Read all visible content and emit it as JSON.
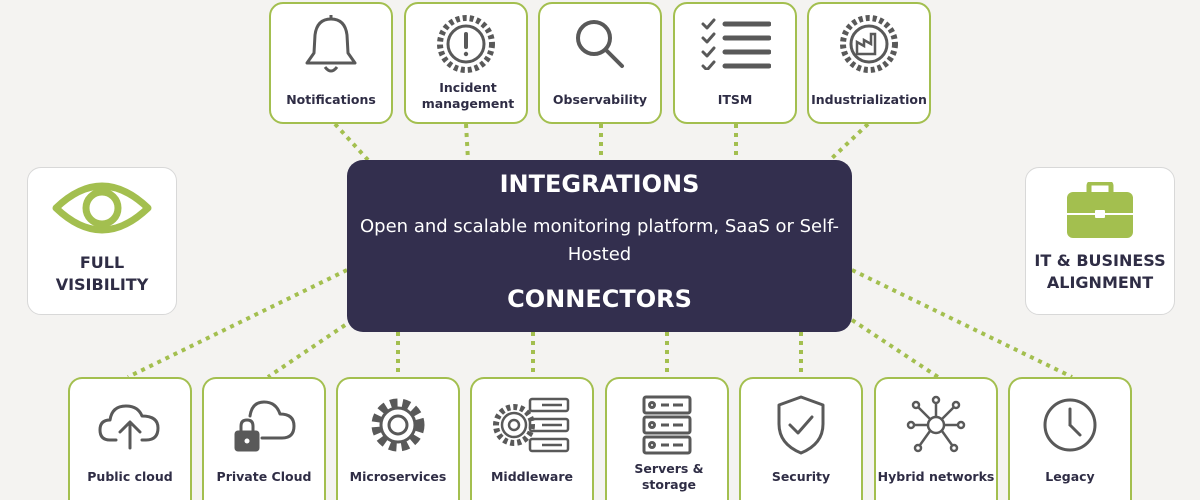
{
  "center": {
    "title_top": "INTEGRATIONS",
    "subtitle": "Open and scalable monitoring platform, SaaS or Self-Hosted",
    "title_bottom": "CONNECTORS"
  },
  "left_panel": {
    "label": "FULL VISIBILITY",
    "icon": "eye-icon"
  },
  "right_panel": {
    "label": "IT & BUSINESS ALIGNMENT",
    "icon": "briefcase-icon"
  },
  "integrations": [
    {
      "label": "Notifications",
      "icon": "bell-icon"
    },
    {
      "label": "Incident management",
      "icon": "alert-gear-icon"
    },
    {
      "label": "Observability",
      "icon": "magnifier-icon"
    },
    {
      "label": "ITSM",
      "icon": "checklist-icon"
    },
    {
      "label": "Industrialization",
      "icon": "factory-gear-icon"
    }
  ],
  "connectors": [
    {
      "label": "Public cloud",
      "icon": "cloud-upload-icon"
    },
    {
      "label": "Private Cloud",
      "icon": "cloud-lock-icon"
    },
    {
      "label": "Microservices",
      "icon": "gear-icon"
    },
    {
      "label": "Middleware",
      "icon": "gear-server-icon"
    },
    {
      "label": "Servers & storage",
      "icon": "server-stack-icon"
    },
    {
      "label": "Security",
      "icon": "shield-check-icon"
    },
    {
      "label": "Hybrid networks",
      "icon": "network-hub-icon"
    },
    {
      "label": "Legacy",
      "icon": "clock-icon"
    }
  ],
  "colors": {
    "accent": "#a3bf4f",
    "center_fill": "#332f4e",
    "icon_gray": "#595959",
    "background": "#f4f3f1"
  }
}
